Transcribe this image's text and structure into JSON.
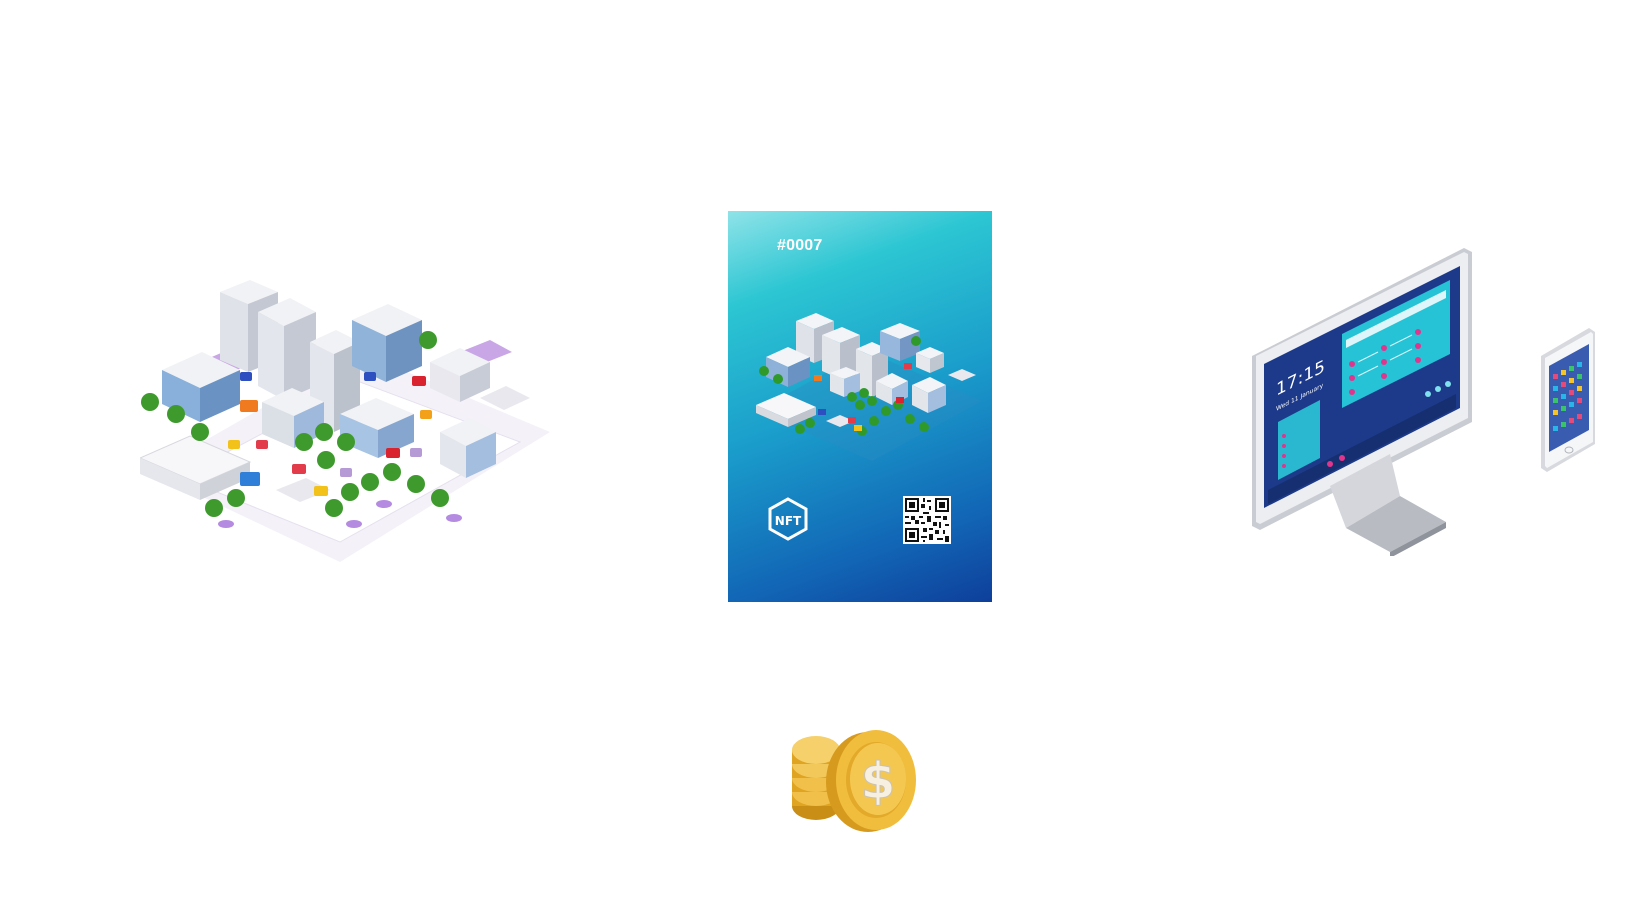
{
  "nft": {
    "id": "#0007",
    "badge": "NFT"
  },
  "monitor": {
    "time": "17:15",
    "date": "Wed 11 January"
  },
  "colors": {
    "card_top": "#8fe3e8",
    "card_bottom": "#0e3f9a",
    "tree": "#3f9a2e",
    "coin": "#e8b23a",
    "accent_pink": "#e0358d"
  },
  "icons": [
    "city-illustration",
    "nft-logo-icon",
    "qr-code-icon",
    "monitor-illustration",
    "smartphone-illustration",
    "dollar-coins-icon"
  ]
}
